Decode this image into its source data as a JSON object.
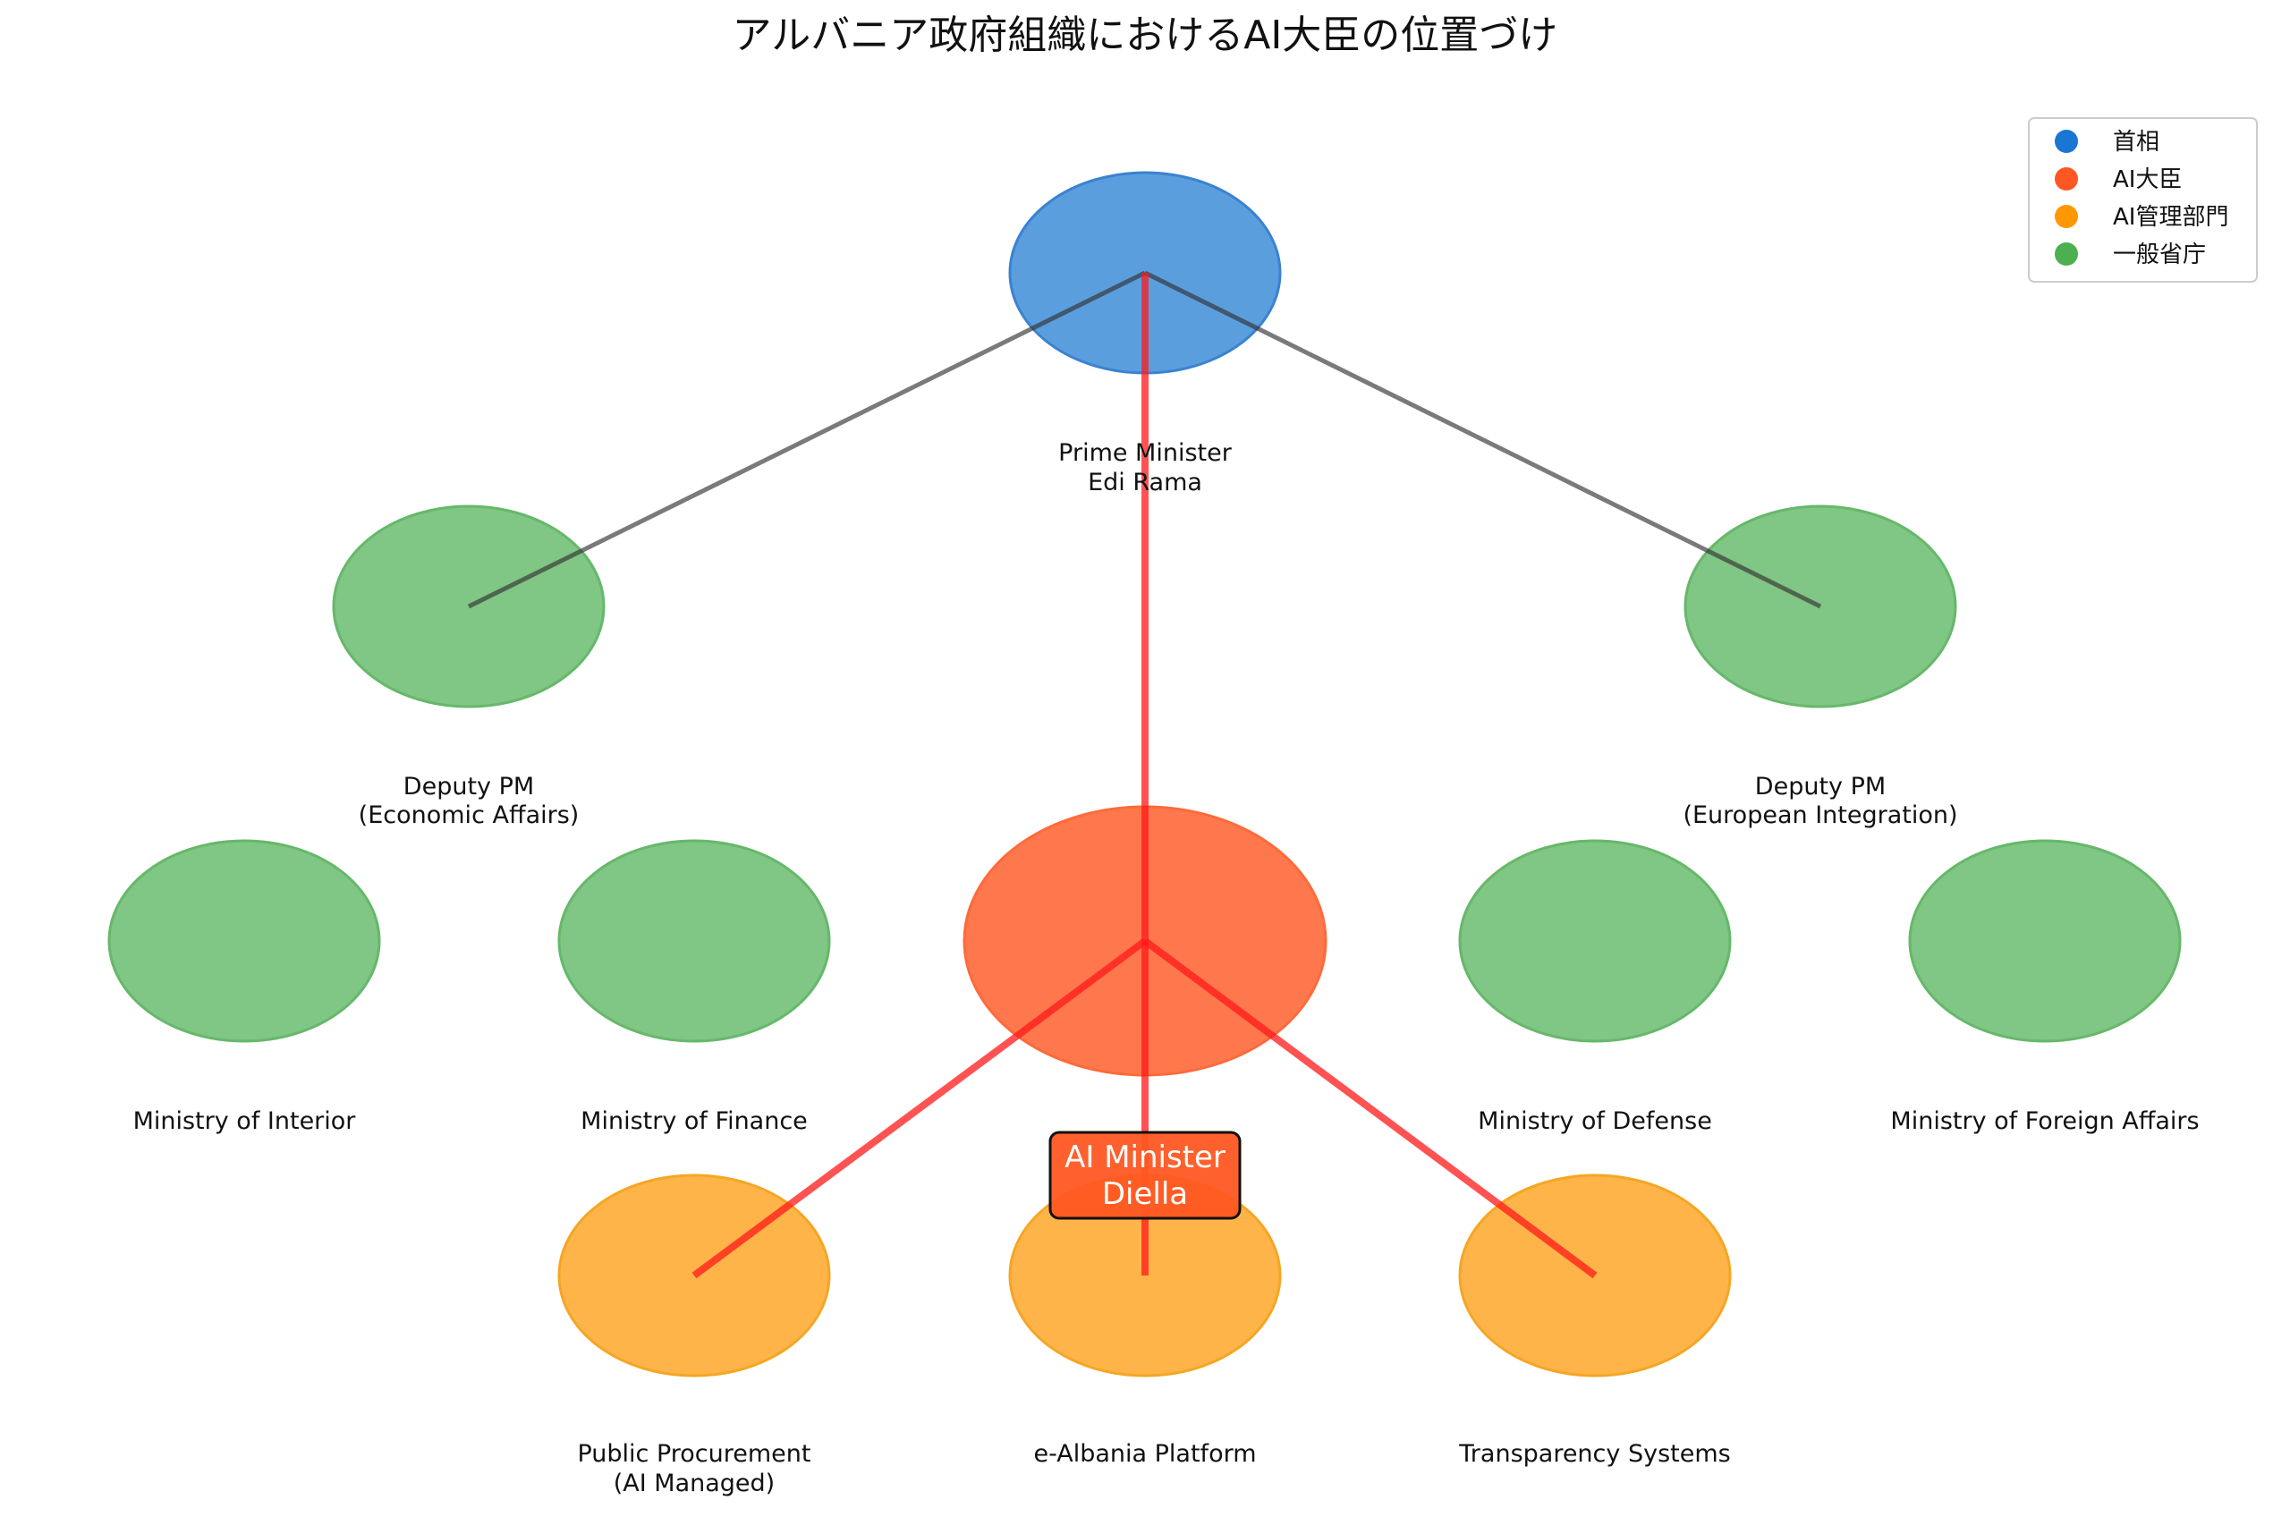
{
  "title": "アルバニア政府組織におけるAI大臣の位置づけ",
  "colors": {
    "prime_minister": "#1f77d0",
    "ai_minister": "#ff5722",
    "ai_managed": "#ff9800",
    "ministry": "#4caf50",
    "gray_edge": "#555555",
    "red_edge": "#ff1a1a"
  },
  "legend": [
    {
      "label": "首相",
      "color": "#1976d2"
    },
    {
      "label": "AI大臣",
      "color": "#ff5722"
    },
    {
      "label": "AI管理部門",
      "color": "#ff9800"
    },
    {
      "label": "一般省庁",
      "color": "#4caf50"
    }
  ],
  "nodes": [
    {
      "id": "pm",
      "type": "prime_minister",
      "lines": [
        "Prime Minister",
        "Edi Rama"
      ]
    },
    {
      "id": "dpm-econ",
      "type": "ministry",
      "lines": [
        "Deputy PM",
        "(Economic Affairs)"
      ]
    },
    {
      "id": "dpm-eu",
      "type": "ministry",
      "lines": [
        "Deputy PM",
        "(European Integration)"
      ]
    },
    {
      "id": "interior",
      "type": "ministry",
      "lines": [
        "Ministry of Interior"
      ]
    },
    {
      "id": "finance",
      "type": "ministry",
      "lines": [
        "Ministry of Finance"
      ]
    },
    {
      "id": "ai",
      "type": "ai_minister",
      "lines": [
        "AI Minister",
        "Diella"
      ]
    },
    {
      "id": "defense",
      "type": "ministry",
      "lines": [
        "Ministry of Defense"
      ]
    },
    {
      "id": "foreign",
      "type": "ministry",
      "lines": [
        "Ministry of Foreign Affairs"
      ]
    },
    {
      "id": "procurement",
      "type": "ai_managed",
      "lines": [
        "Public Procurement",
        "(AI Managed)"
      ]
    },
    {
      "id": "ealbania",
      "type": "ai_managed",
      "lines": [
        "e-Albania Platform"
      ]
    },
    {
      "id": "transparency",
      "type": "ai_managed",
      "lines": [
        "Transparency Systems"
      ]
    }
  ],
  "edges": [
    {
      "from": "pm",
      "to": "dpm-econ",
      "kind": "gray"
    },
    {
      "from": "pm",
      "to": "dpm-eu",
      "kind": "gray"
    },
    {
      "from": "pm",
      "to": "ai",
      "kind": "red"
    },
    {
      "from": "ai",
      "to": "procurement",
      "kind": "red"
    },
    {
      "from": "ai",
      "to": "ealbania",
      "kind": "red"
    },
    {
      "from": "ai",
      "to": "transparency",
      "kind": "red"
    }
  ]
}
